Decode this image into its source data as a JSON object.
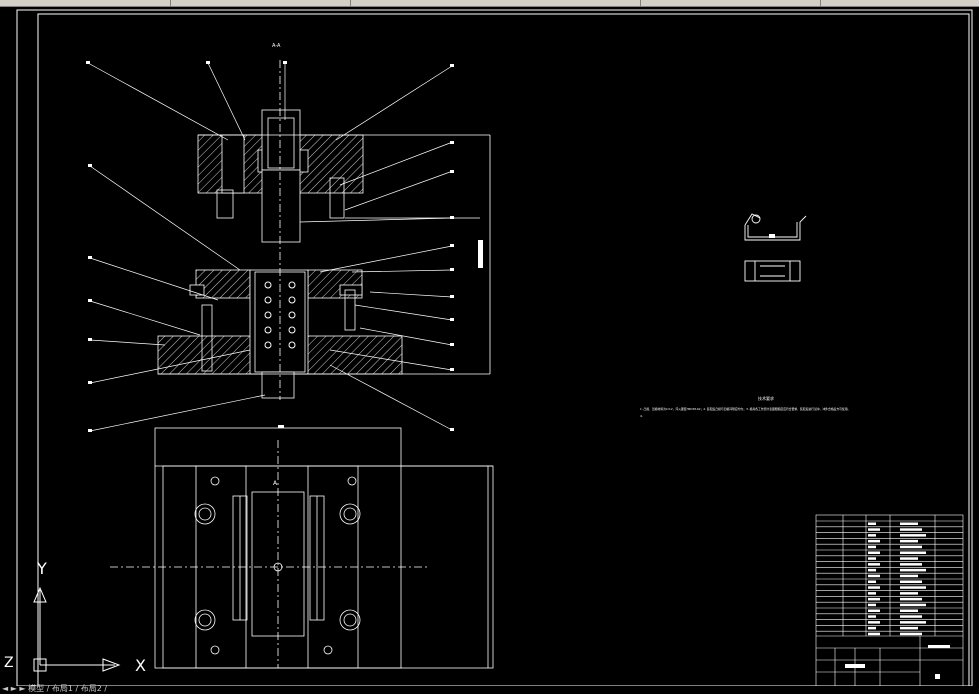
{
  "drawing": {
    "section_title": "A-A",
    "view_marker_a": "A",
    "note_heading": "技术要求",
    "note_text": "1. 凸模、凹模材料为Cr12，淬火硬度HRC58-62；2. 装配后凸模与凹模间隙应均匀；3. 模具各工作部分表面粗糙度应符合要求，装配后进行试冲，冲件合格后方可使用。",
    "note_number": "4."
  },
  "ucs": {
    "y_label": "Y",
    "x_label": "X",
    "z_label": "Z"
  },
  "layout_tabs": {
    "text": "◄ ► ► 模型 / 布局1 / 布局2 /"
  },
  "colors": {
    "background": "#000000",
    "line": "#ffffff",
    "ui_gray": "#d4d0c8"
  }
}
